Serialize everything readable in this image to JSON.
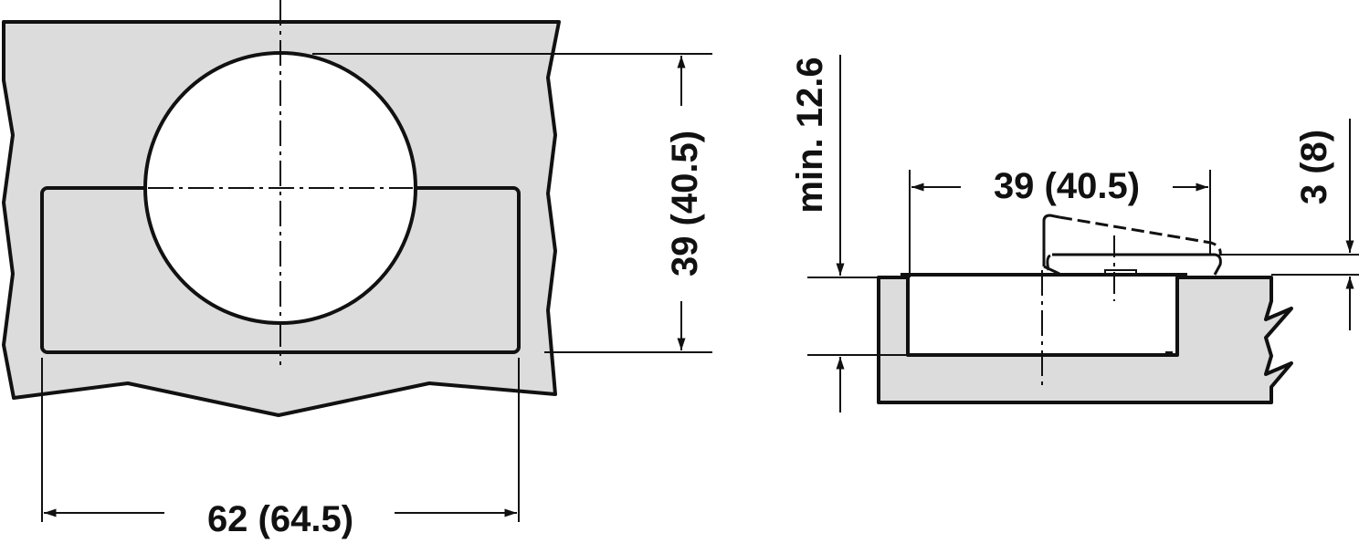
{
  "colors": {
    "panel_fill": "#dcdcdc",
    "line": "#111111",
    "background": "#ffffff"
  },
  "front_view": {
    "dim_width": "62 (64.5)",
    "dim_height": "39 (40.5)"
  },
  "side_view": {
    "dim_width": "39 (40.5)",
    "dim_drill_depth": "min. 12.6",
    "dim_offset": "3 (8)"
  }
}
